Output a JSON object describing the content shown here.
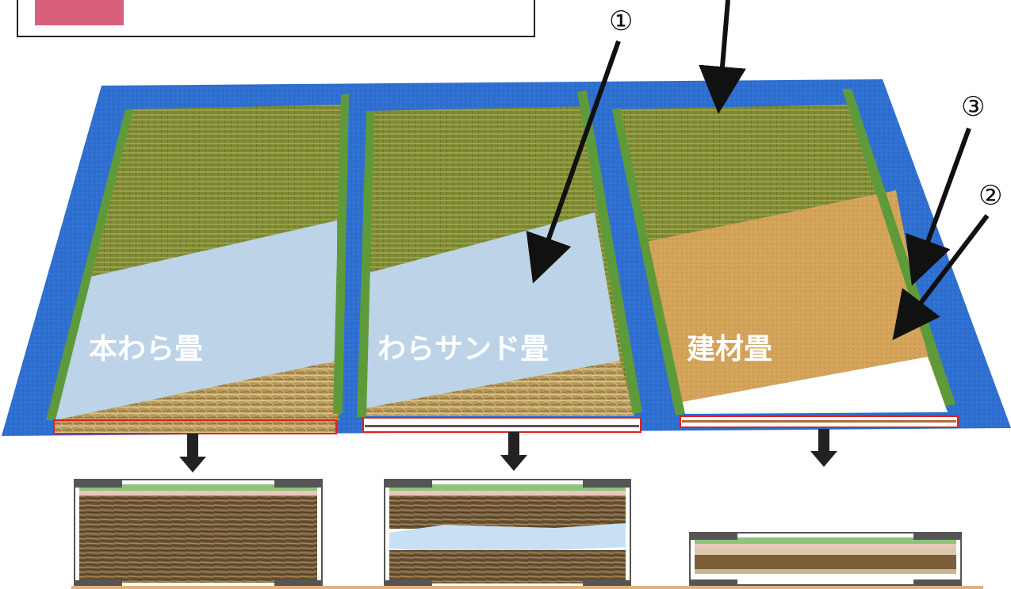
{
  "legend": {
    "swatch_color": "#d9607a"
  },
  "colors": {
    "floor": "#2f6fd0",
    "tatami_surface": "#8a8f3c",
    "heri_border": "#5f9a3a",
    "insulation_board": "#bcd3e8",
    "fiber_board": "#d4a35a",
    "straw": "#c9b07a",
    "cut_outline": "#e02020"
  },
  "tatami": [
    {
      "id": "hon-wara",
      "label": "本わら畳"
    },
    {
      "id": "wara-sand",
      "label": "わらサンド畳"
    },
    {
      "id": "kenzai",
      "label": "建材畳"
    }
  ],
  "callouts": [
    {
      "id": "c1",
      "number": "①"
    },
    {
      "id": "c2",
      "number": "②"
    },
    {
      "id": "c3",
      "number": "③"
    }
  ]
}
